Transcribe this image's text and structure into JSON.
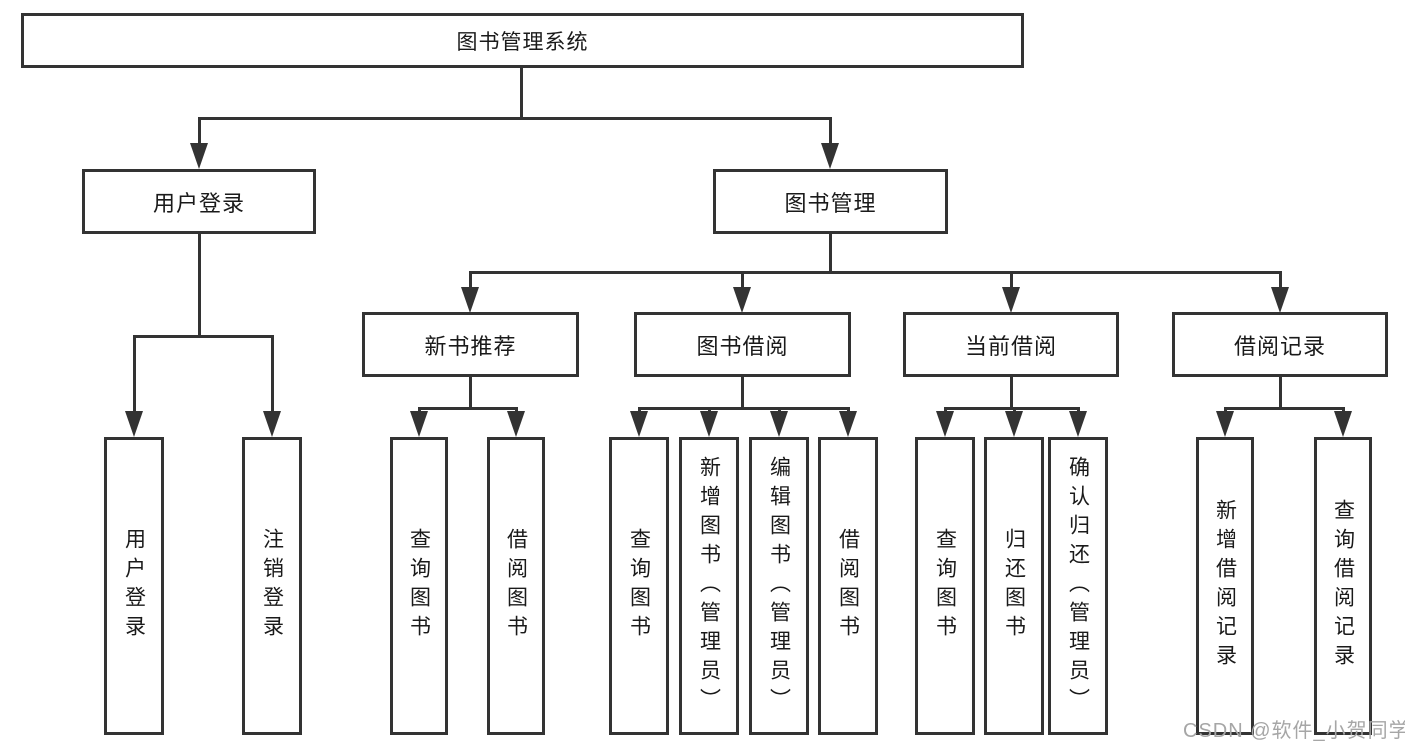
{
  "tree": {
    "root": {
      "label": "图书管理系统"
    },
    "user_login": {
      "label": "用户登录",
      "children": {
        "login": "用户登录",
        "logout": "注销登录"
      }
    },
    "book_management": {
      "label": "图书管理"
    },
    "new_book_recommend": {
      "label": "新书推荐",
      "children": {
        "query": "查询图书",
        "borrow": "借阅图书"
      }
    },
    "book_borrowing": {
      "label": "图书借阅",
      "children": {
        "query": "查询图书",
        "add": "新增图书（管理员）",
        "edit": "编辑图书（管理员）",
        "borrow": "借阅图书"
      }
    },
    "current_borrowing": {
      "label": "当前借阅",
      "children": {
        "query": "查询图书",
        "return": "归还图书",
        "confirm_return": "确认归还（管理员）"
      }
    },
    "borrowing_records": {
      "label": "借阅记录",
      "children": {
        "add": "新增借阅记录",
        "query": "查询借阅记录"
      }
    }
  },
  "watermark": "CSDN @软件_小贺同学",
  "colors": {
    "line": "#333333",
    "text": "#1a1a1a",
    "watermark": "#a6a6a6",
    "background": "#ffffff"
  }
}
